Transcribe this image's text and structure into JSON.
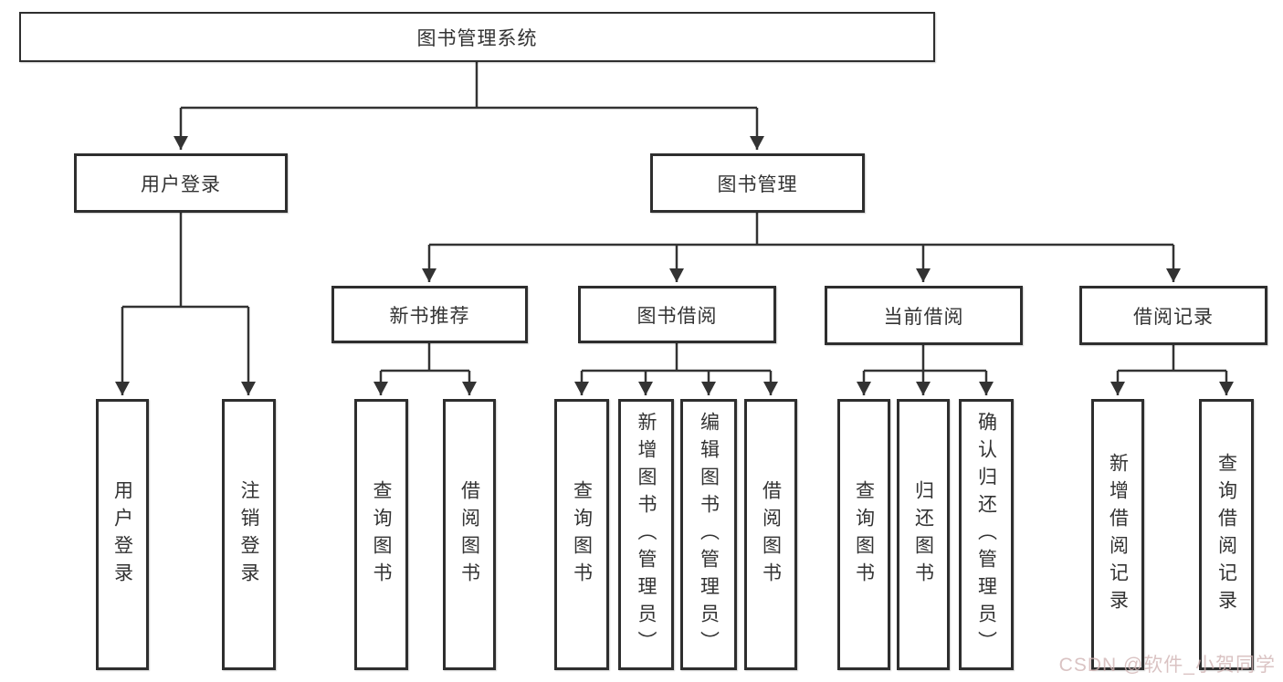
{
  "tree": {
    "label": "图书管理系统",
    "children": [
      {
        "label": "用户登录",
        "children": [
          {
            "label": "用户登录"
          },
          {
            "label": "注销登录"
          }
        ]
      },
      {
        "label": "图书管理",
        "children": [
          {
            "label": "新书推荐",
            "children": [
              {
                "label": "查询图书"
              },
              {
                "label": "借阅图书"
              }
            ]
          },
          {
            "label": "图书借阅",
            "children": [
              {
                "label": "查询图书"
              },
              {
                "label": "新增图书（管理员）"
              },
              {
                "label": "编辑图书（管理员）"
              },
              {
                "label": "借阅图书"
              }
            ]
          },
          {
            "label": "当前借阅",
            "children": [
              {
                "label": "查询图书"
              },
              {
                "label": "归还图书"
              },
              {
                "label": "确认归还（管理员）"
              }
            ]
          },
          {
            "label": "借阅记录",
            "children": [
              {
                "label": "新增借阅记录"
              },
              {
                "label": "查询借阅记录"
              }
            ]
          }
        ]
      }
    ]
  },
  "watermark": {
    "text": "CSDN @软件_小贺同学"
  },
  "colors": {
    "line": "#333333",
    "box_border": "#2e2e2e",
    "text": "#333333",
    "watermark": "#d0b2b2"
  }
}
